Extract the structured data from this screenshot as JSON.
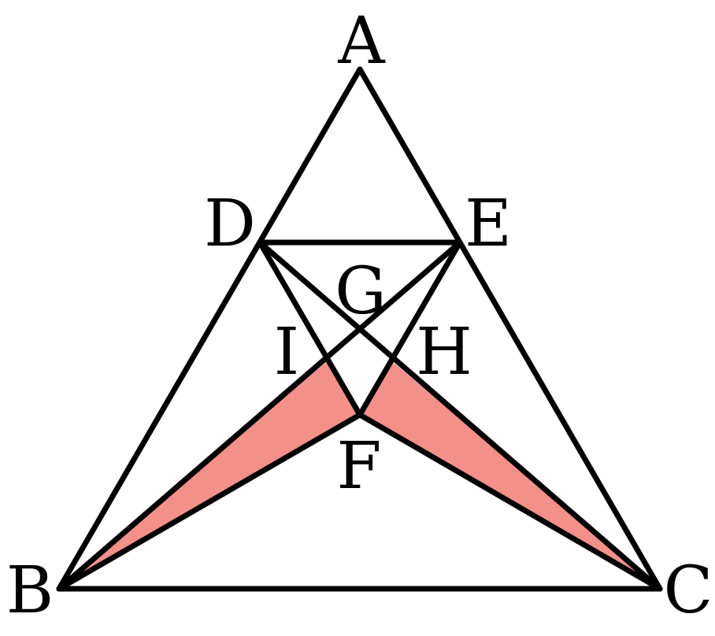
{
  "colors": {
    "stroke": "#000000",
    "shaded": "#f4908a",
    "background": "#ffffff"
  },
  "labels": {
    "A": "A",
    "B": "B",
    "C": "C",
    "D": "D",
    "E": "E",
    "F": "F",
    "G": "G",
    "H": "H",
    "I": "I"
  }
}
